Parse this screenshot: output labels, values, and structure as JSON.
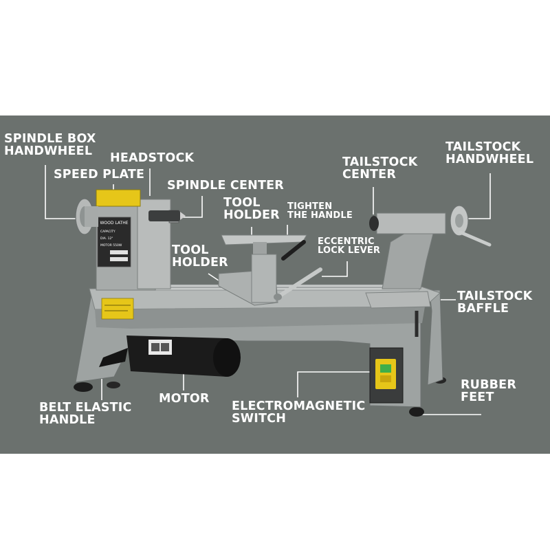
{
  "labels": {
    "spindle_box_handwheel": [
      "SPINDLE BOX",
      "HANDWHEEL"
    ],
    "speed_plate": [
      "SPEED PLATE"
    ],
    "headstock": [
      "HEADSTOCK"
    ],
    "spindle_center": [
      "SPINDLE CENTER"
    ],
    "tool_holder_top": [
      "TOOL",
      "HOLDER"
    ],
    "tighten_handle": [
      "TIGHTEN",
      "THE HANDLE"
    ],
    "tailstock_center": [
      "TAILSTOCK",
      "CENTER"
    ],
    "tailstock_handwheel": [
      "TAILSTOCK",
      "HANDWHEEL"
    ],
    "eccentric_lock_lever": [
      "ECCENTRIC",
      "LOCK LEVER"
    ],
    "tool_holder_left": [
      "TOOL",
      "HOLDER"
    ],
    "tailstock_baffle": [
      "TAILSTOCK",
      "BAFFLE"
    ],
    "rubber_feet": [
      "RUBBER",
      "FEET"
    ],
    "belt_elastic_handle": [
      "BELT ELASTIC",
      "HANDLE"
    ],
    "motor": [
      "MOTOR"
    ],
    "electromagnetic_switch": [
      "ELECTROMAGNETIC",
      "SWITCH"
    ]
  },
  "nameplate": {
    "title": "WOOD LATHE",
    "lines": [
      "CAPACITY",
      "DIA. 12\"",
      "MOTOR 550W",
      "",
      ""
    ]
  },
  "colors": {
    "background_panel": "#6b716e",
    "machine_body": "#a3a7a6",
    "label_text": "#ffffff",
    "leader_line": "#ffffff",
    "warning_label": "#e6c619",
    "switch_button": "#e6c619",
    "motor": "#1b1b1b"
  }
}
